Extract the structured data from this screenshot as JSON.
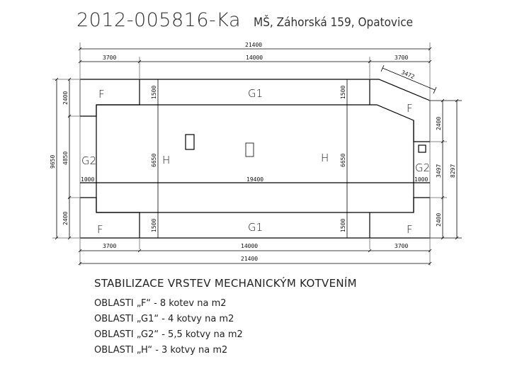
{
  "title": {
    "code": "2012-005816-Ka",
    "subtitle": "MŠ, Záhorská 159, Opatovice"
  },
  "dimensions": {
    "top_total": "21400",
    "top_left": "3700",
    "top_middle": "14000",
    "top_right": "3700",
    "diagonal": "3472",
    "bottom_left": "3700",
    "bottom_middle": "14000",
    "bottom_right": "3700",
    "bottom_total": "21400",
    "left_total": "9650",
    "left_top": "2400",
    "left_middle": "4850",
    "left_bottom": "2400",
    "right_top": "2400",
    "right_middle": "3497",
    "right_bottom": "2400",
    "right_total": "8297",
    "inner_1500_tl": "1500",
    "inner_1500_tr": "1500",
    "inner_1500_bl": "1500",
    "inner_1500_br": "1500",
    "inner_6650_l": "6650",
    "inner_6650_r": "6650",
    "inner_19400": "19400",
    "inner_1000_l": "1000",
    "inner_1000_r": "1000"
  },
  "zones": {
    "f_tl": "F",
    "f_tr": "F",
    "f_bl": "F",
    "f_br": "F",
    "g1_top": "G1",
    "g1_bottom": "G1",
    "g2_left": "G2",
    "g2_right": "G2",
    "h_left": "H",
    "h_right": "H"
  },
  "legend": {
    "heading": "STABILIZACE VRSTEV MECHANICKÝM KOTVENÍM",
    "items": [
      "OBLASTI „F“ - 8 kotev na m2",
      "OBLASTI „G1“ - 4 kotvy na m2",
      "OBLASTI „G2“ - 5,5 kotvy na m2",
      "OBLASTI „H“ - 3 kotvy na m2"
    ]
  }
}
